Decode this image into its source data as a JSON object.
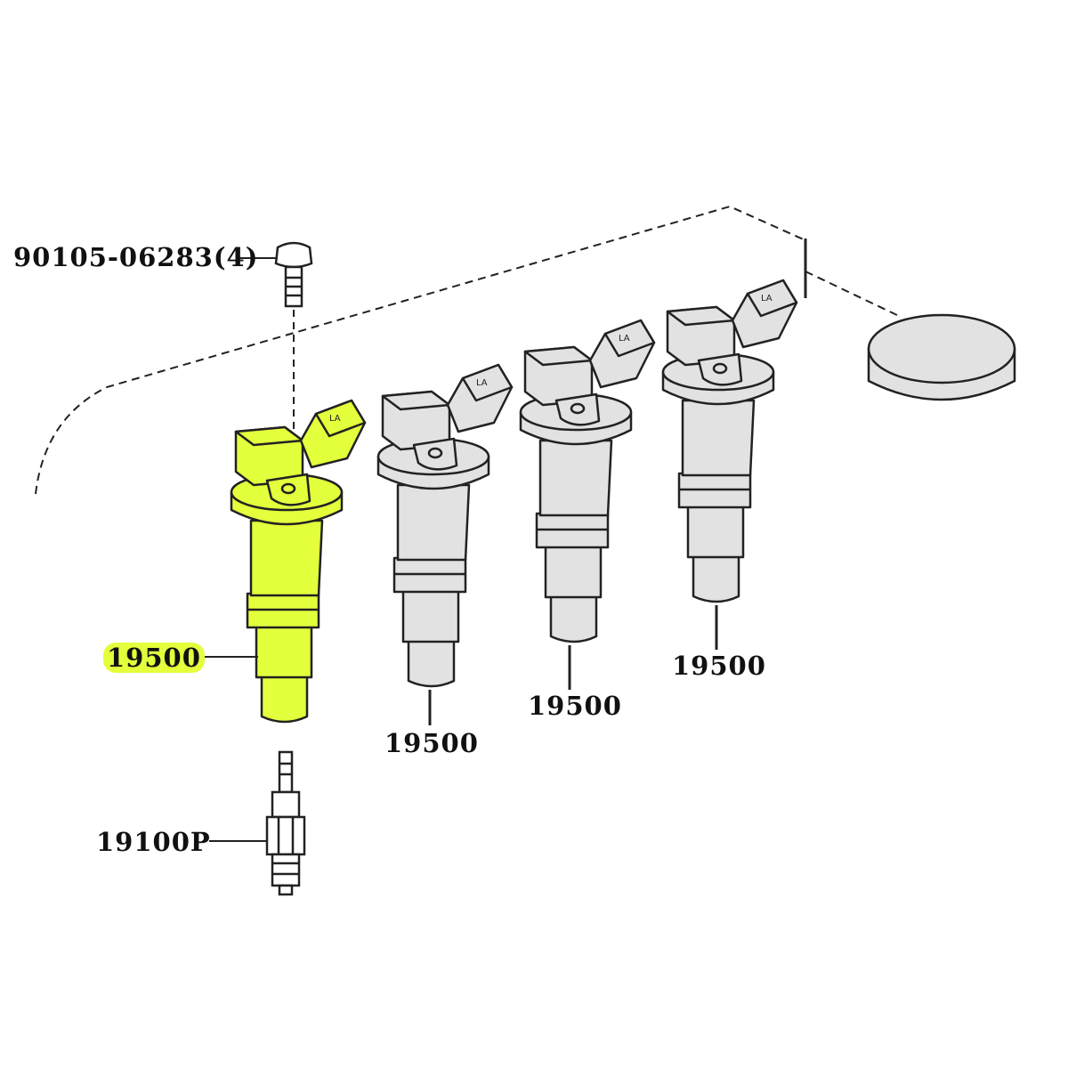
{
  "diagram": {
    "bolt_label": "90105-06283(4)",
    "coil_labels": [
      "19500",
      "19500",
      "19500",
      "19500"
    ],
    "spark_plug_label": "19100P",
    "highlighted_part": "19500"
  },
  "colors": {
    "highlight": "#e4ff3c",
    "part_fill": "#e2e2e2",
    "outline": "#222222"
  }
}
